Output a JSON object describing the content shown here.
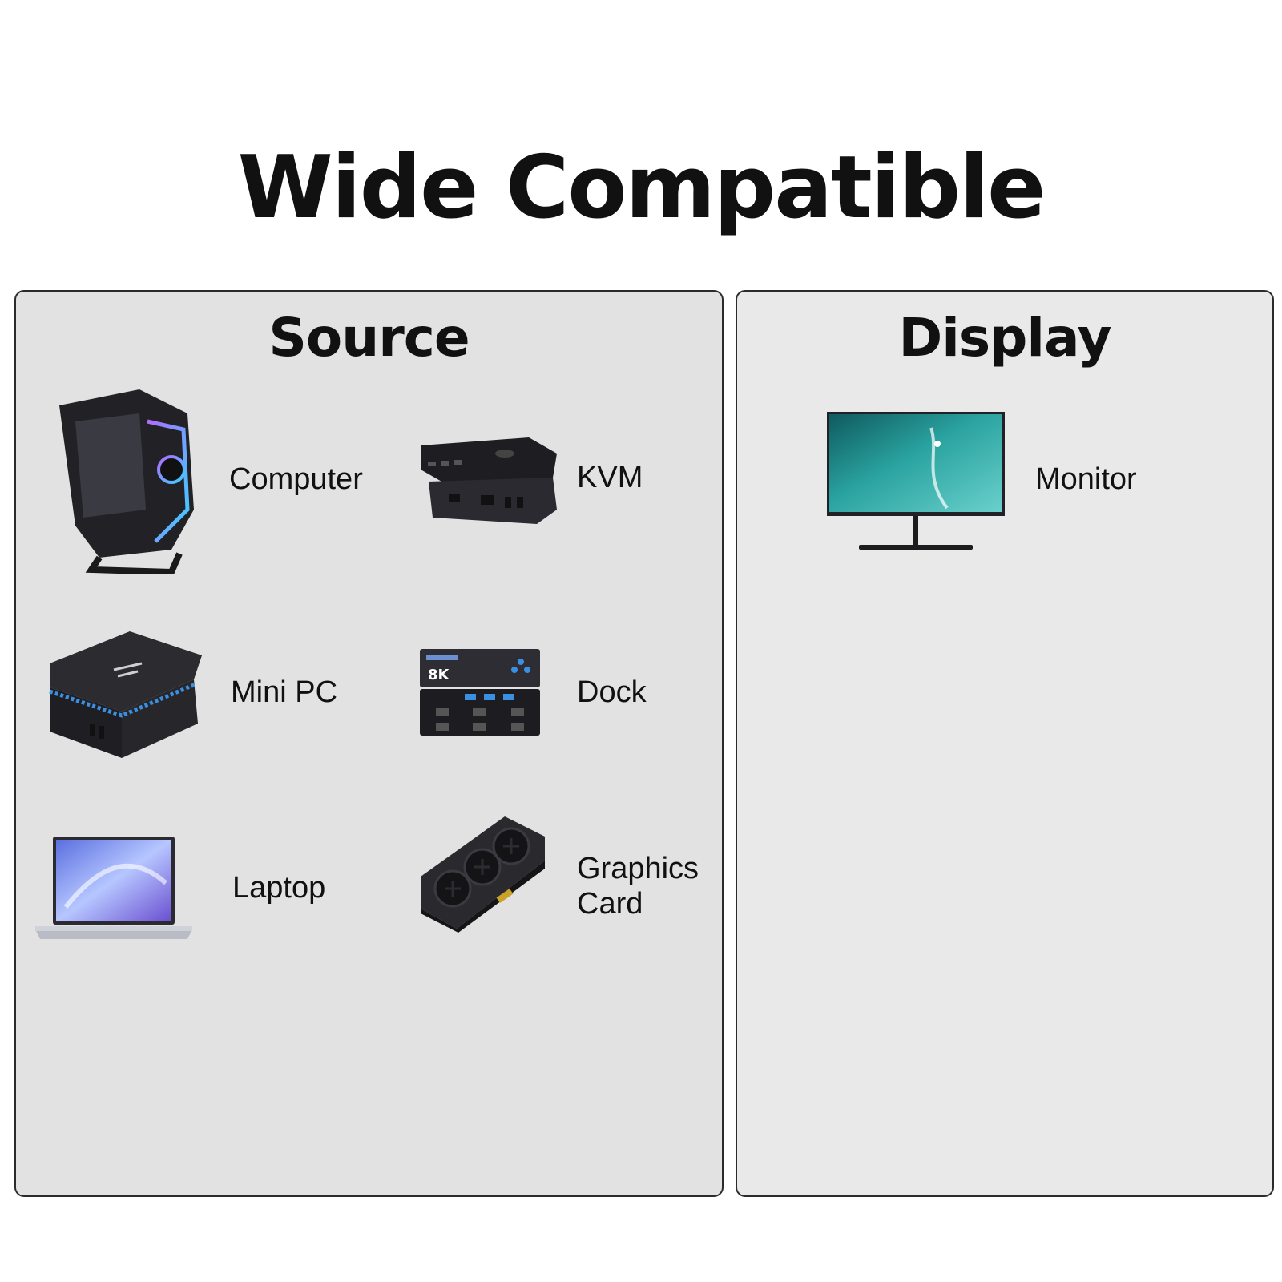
{
  "title": "Wide Compatible",
  "source": {
    "heading": "Source",
    "items": [
      {
        "label": "Computer",
        "icon": "gaming-computer-icon"
      },
      {
        "label": "KVM",
        "icon": "kvm-device-icon"
      },
      {
        "label": "Mini PC",
        "icon": "mini-pc-icon"
      },
      {
        "label": "Dock",
        "icon": "dock-device-icon"
      },
      {
        "label": "Laptop",
        "icon": "laptop-icon"
      },
      {
        "label": "Graphics\nCard",
        "icon": "graphics-card-icon"
      }
    ]
  },
  "display": {
    "heading": "Display",
    "items": [
      {
        "label": "Monitor",
        "icon": "monitor-icon"
      }
    ]
  },
  "dock_badge": "8K",
  "colors": {
    "source_panel_bg": "#e2e2e2",
    "display_panel_bg": "#e9e9e9",
    "border": "#2b2b2b",
    "device_dark": "#2a2a2e",
    "accent_blue": "#3a8fe0",
    "monitor_sea": "#1f8a8a"
  }
}
